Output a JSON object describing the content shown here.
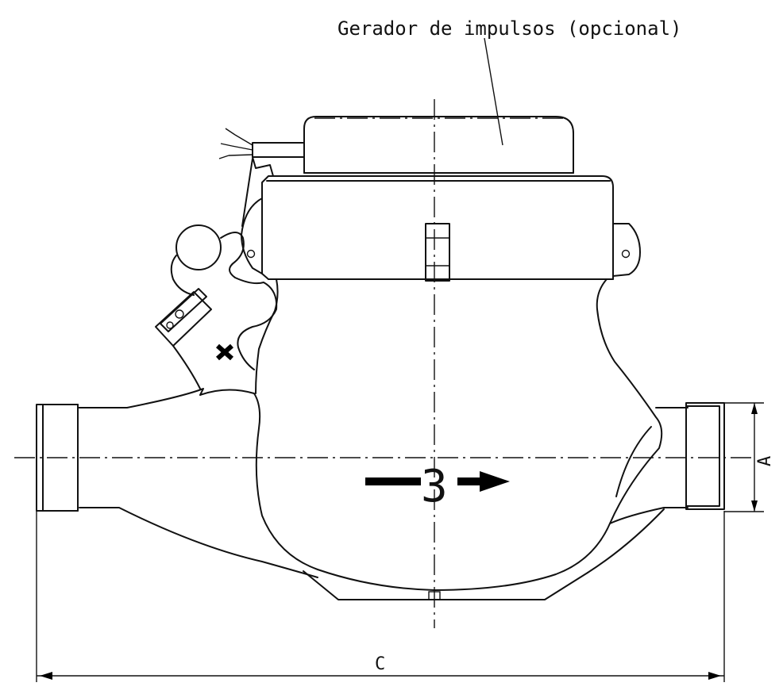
{
  "annotations": {
    "pulse_generator": "Gerador de impulsos (opcional)",
    "dim_a": "A",
    "dim_c": "C",
    "flow_number": "3"
  },
  "colors": {
    "line": "#111111",
    "background": "#ffffff"
  }
}
